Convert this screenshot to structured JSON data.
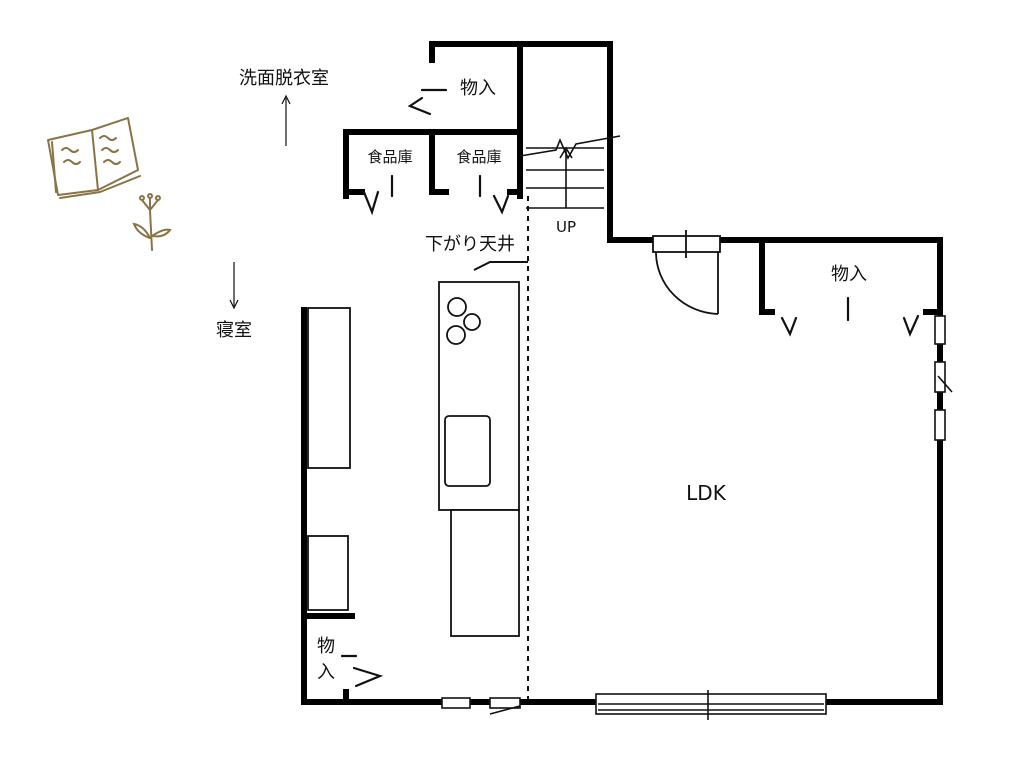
{
  "labels": {
    "washroom": "洗面脱衣室",
    "bedroom": "寝室",
    "storage_top": "物入",
    "pantry_left": "食品庫",
    "pantry_right": "食品庫",
    "stairs_up": "UP",
    "lowered_ceiling": "下がり天井",
    "storage_right": "物入",
    "ldk": "LDK",
    "storage_bottom_1": "物",
    "storage_bottom_2": "入"
  },
  "colors": {
    "wall": "#000000",
    "line": "#111111",
    "doodle": "#8a7445",
    "background": "#ffffff"
  },
  "icons": {
    "book": "open-book-doodle-icon",
    "flower": "flower-doodle-icon"
  }
}
